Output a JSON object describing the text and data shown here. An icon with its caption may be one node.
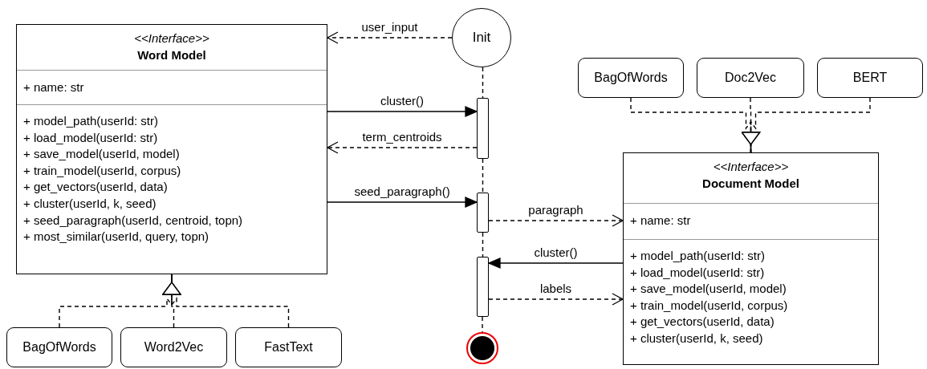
{
  "diagram": {
    "nodes": [
      {
        "text": [
          "<<Interface>>",
          "Word Model",
          "+ name: str",
          "+ model_path(userId: str)",
          "+ load_model(userId: str)",
          "+ save_model(userId, model)",
          "+ train_model(userId, corpus)",
          "+ get_vectors(userId, data)",
          "+ cluster(userId, k, seed)",
          "+ seed_paragraph(userId, centroid, topn)",
          "+ most_similar(userId, query, topn)"
        ]
      },
      {
        "text": [
          "Init"
        ]
      },
      {
        "text": [],
        "shape": "bar"
      },
      {
        "text": [],
        "shape": "bar"
      },
      {
        "text": [],
        "shape": "bar"
      },
      {
        "text": [],
        "shape": "circle"
      },
      {
        "text": [
          "BagOfWords"
        ]
      },
      {
        "text": [
          "Doc2Vec"
        ]
      },
      {
        "text": [
          "BERT"
        ]
      },
      {
        "text": [
          "<<Interface>>",
          "Document Model",
          "+ name: str",
          "+ model_path(userId: str)",
          "+ load_model(userId: str)",
          "+ save_model(userId, model)",
          "+ train_model(userId, corpus)",
          "+ get_vectors(userId, data)",
          "+ cluster(userId, k, seed)"
        ]
      },
      {
        "text": [
          "BagOfWords"
        ]
      },
      {
        "text": [
          "Word2Vec"
        ]
      },
      {
        "text": [
          "FastText"
        ]
      }
    ],
    "edges": [
      {
        "from": 1,
        "to": 0,
        "arrow": "to",
        "label": "user_input",
        "style": "dashed"
      },
      {
        "from": 0,
        "to": 2,
        "arrow": "to",
        "label": "cluster()"
      },
      {
        "from": 2,
        "to": 0,
        "arrow": "to",
        "label": "term_centroids",
        "style": "dashed"
      },
      {
        "from": 0,
        "to": 3,
        "arrow": "to",
        "label": "seed_paragraph()"
      },
      {
        "from": 3,
        "to": 9,
        "arrow": "to",
        "label": "paragraph",
        "style": "dashed"
      },
      {
        "from": 9,
        "to": 4,
        "arrow": "to",
        "label": "cluster()"
      },
      {
        "from": 4,
        "to": 9,
        "arrow": "to",
        "label": "labels",
        "style": "dashed"
      },
      {
        "from": 1,
        "to": 2,
        "arrow": "none",
        "style": "dashed"
      },
      {
        "from": 2,
        "to": 3,
        "arrow": "none",
        "style": "dashed"
      },
      {
        "from": 3,
        "to": 4,
        "arrow": "none",
        "style": "dashed"
      },
      {
        "from": 4,
        "to": 5,
        "arrow": "none",
        "style": "dashed"
      },
      {
        "from": 6,
        "to": 9,
        "arrow": "to",
        "style": "dashed"
      },
      {
        "from": 7,
        "to": 9,
        "arrow": "to",
        "style": "dashed"
      },
      {
        "from": 8,
        "to": 9,
        "arrow": "to",
        "style": "dashed"
      },
      {
        "from": 10,
        "to": 0,
        "arrow": "to",
        "style": "dashed"
      },
      {
        "from": 11,
        "to": 0,
        "arrow": "to",
        "style": "dashed"
      },
      {
        "from": 12,
        "to": 0,
        "arrow": "to",
        "style": "dashed"
      }
    ]
  }
}
